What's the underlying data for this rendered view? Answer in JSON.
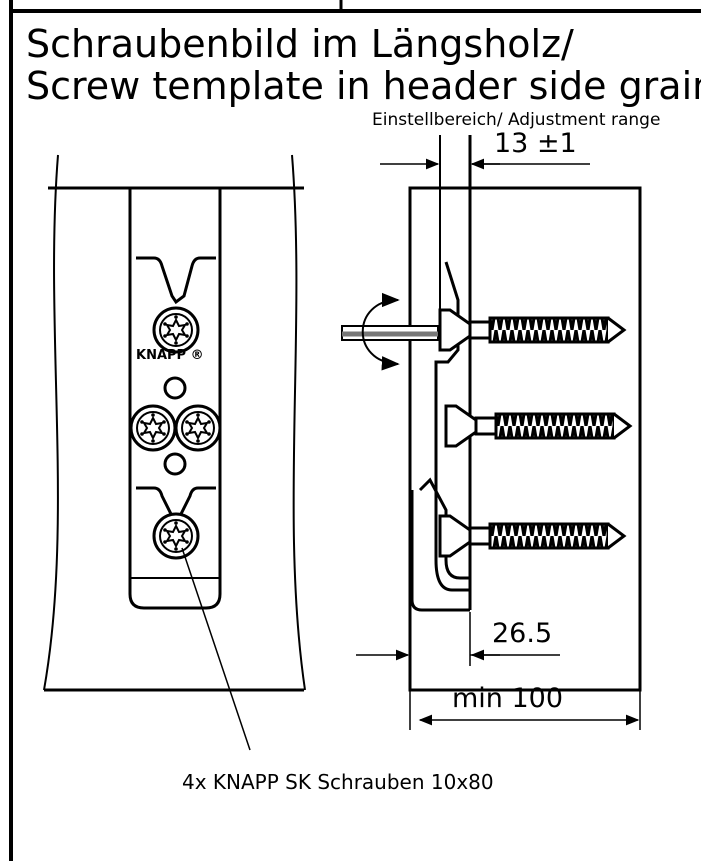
{
  "title": {
    "line1": "Schraubenbild im Längsholz/",
    "line2": "Screw template in header side grain"
  },
  "side_view": {
    "adjustment_label": "Einstellbereich/ Adjustment range",
    "dim_adjustment": "13 ±1",
    "dim_offset": "26.5",
    "dim_min_depth": "min  100"
  },
  "front_view": {
    "logo_text": "KNAPP ®",
    "screw_callout": "4x KNAPP SK Schrauben 10x80"
  }
}
